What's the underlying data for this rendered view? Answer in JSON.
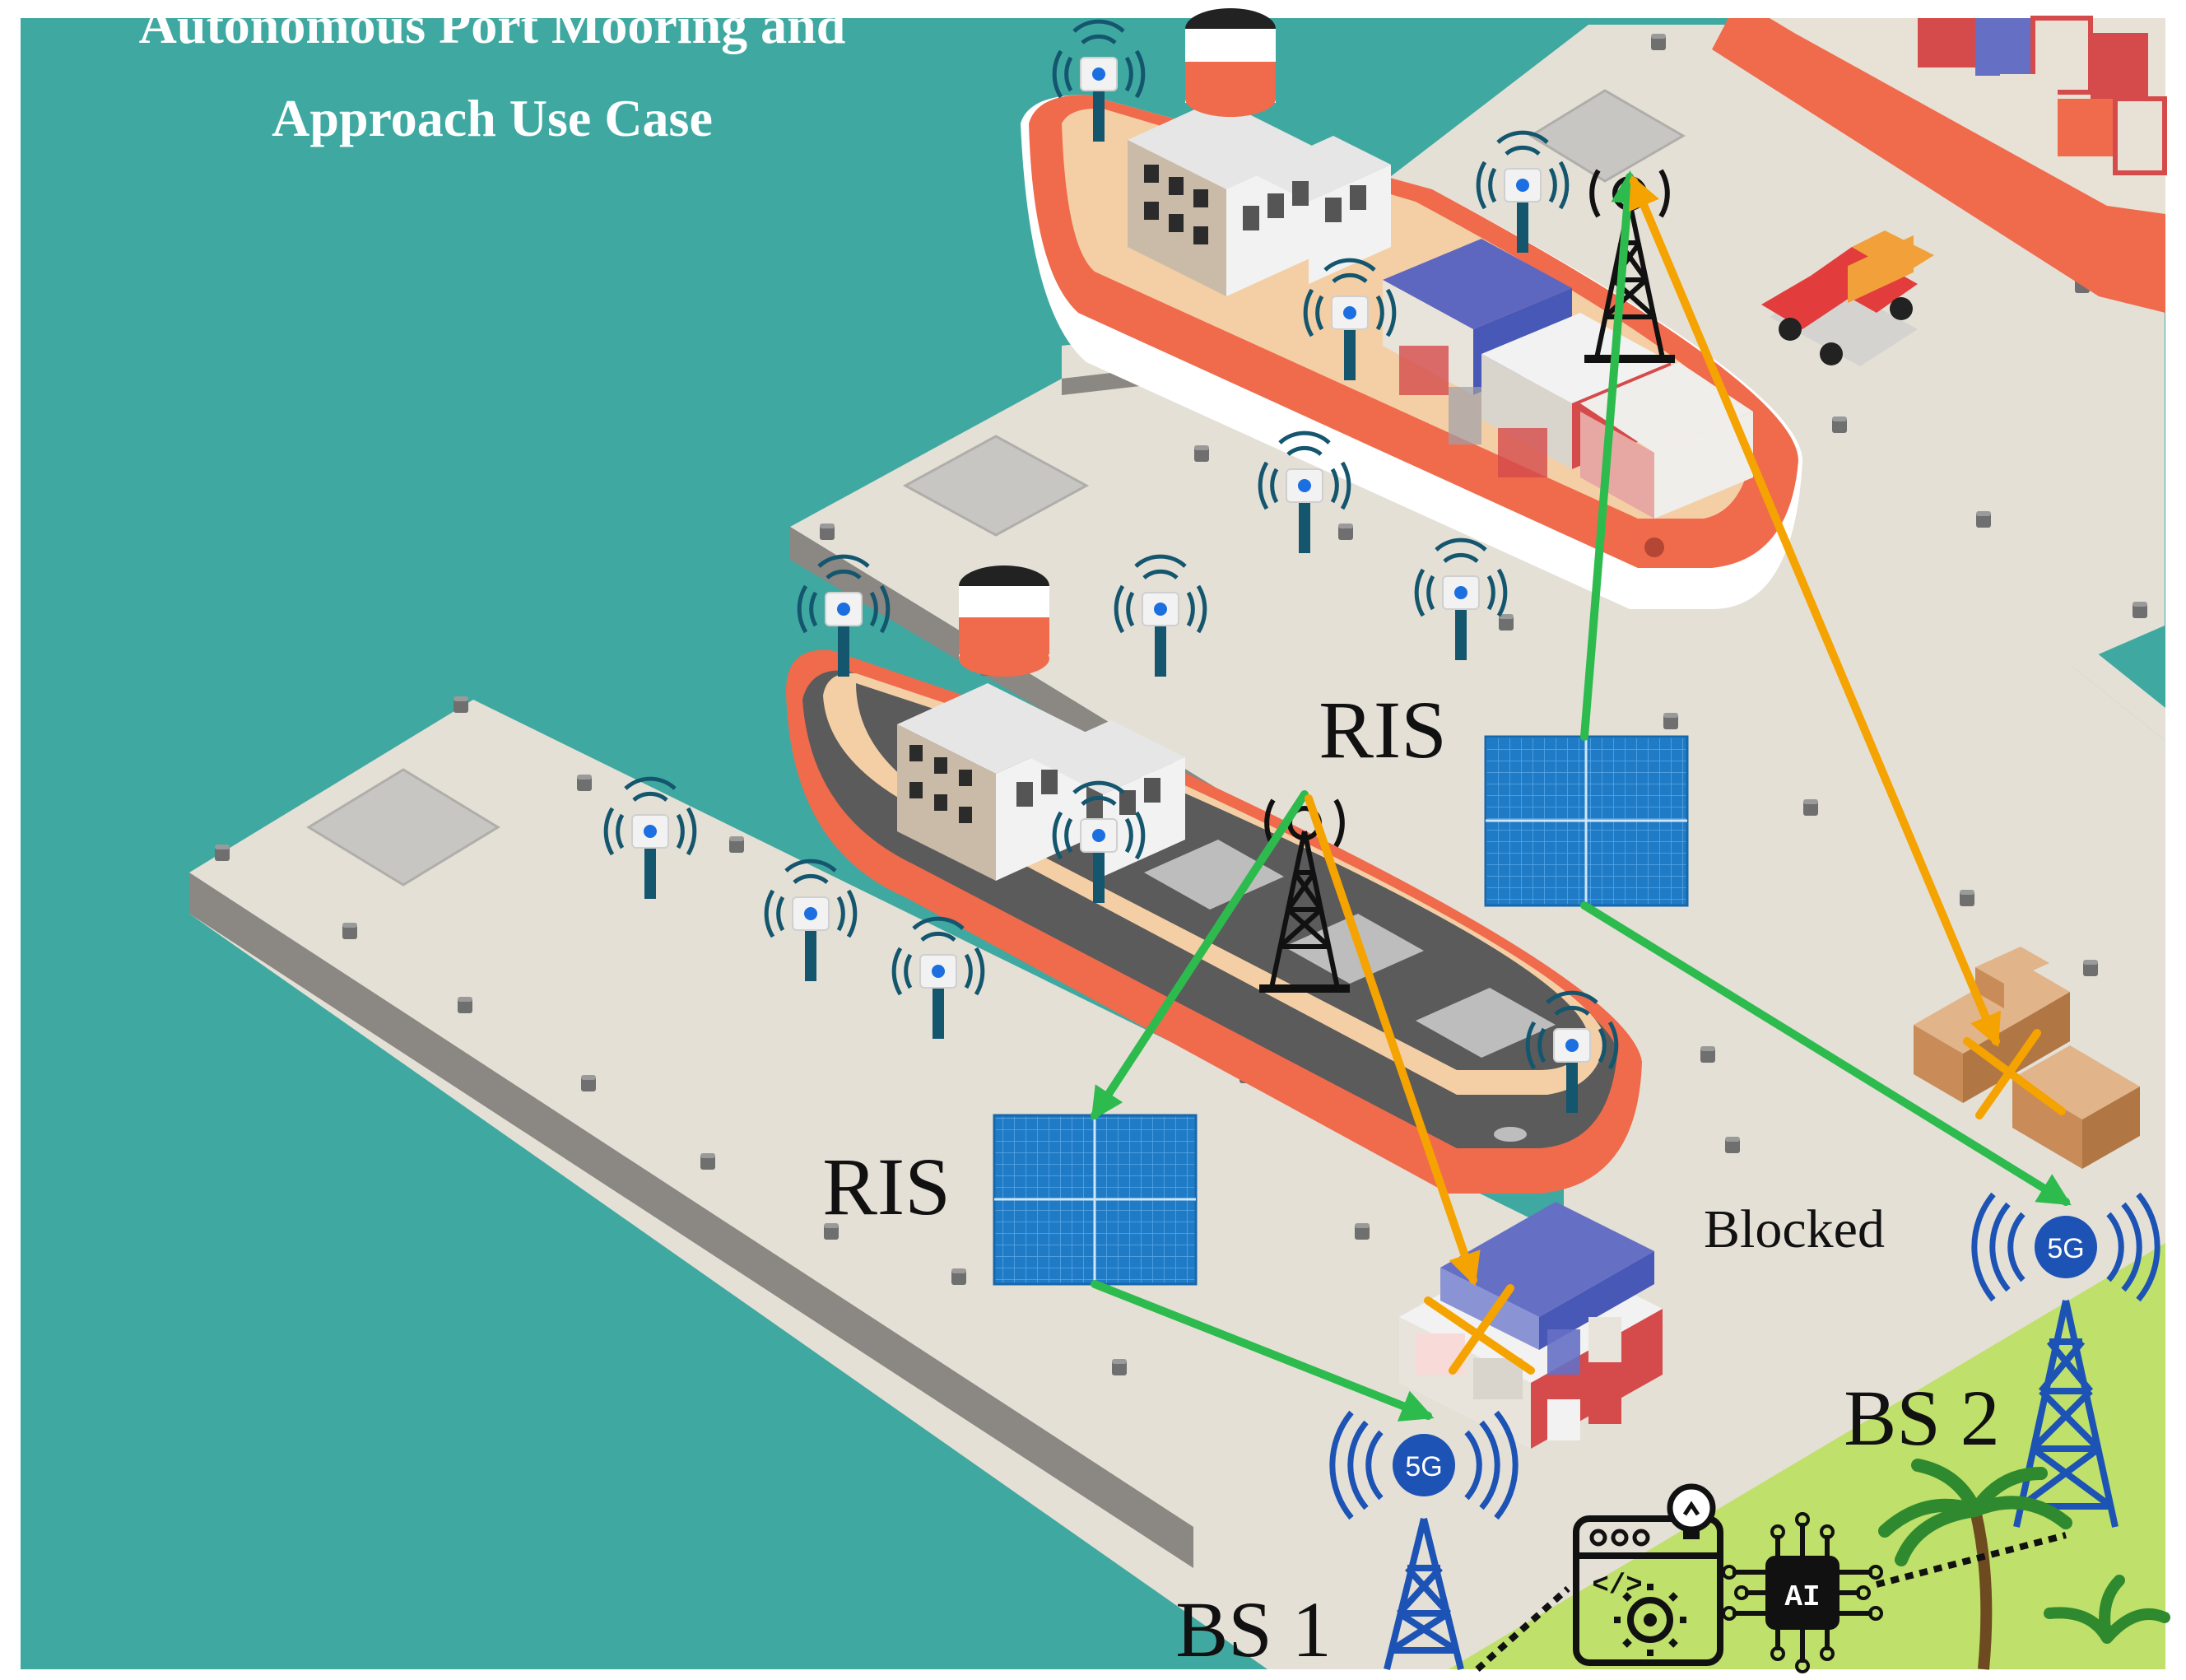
{
  "title_line1": "Autonomous Port Mooring and",
  "title_line2": "Approach Use Case",
  "labels": {
    "ris_upper": "RIS",
    "ris_lower": "RIS",
    "blocked": "Blocked",
    "bs1": "BS 1",
    "bs2": "BS 2",
    "tower_5g_1": "5G",
    "tower_5g_2": "5G",
    "ai_chip": "AI",
    "code_symbol": "</>"
  },
  "colors": {
    "sea": "#3fa9a1",
    "dock": "#e4e0d6",
    "dock_side": "#9b9893",
    "hull_red": "#f06a4c",
    "hull_gray": "#5b5b5b",
    "ris_blue": "#1f7bc6",
    "link_green": "#2dbb4e",
    "link_orange": "#f5a300",
    "tower_blue": "#1c53b5",
    "grass": "#bfe06a"
  },
  "icons": [
    "sensor-icon",
    "antenna-tower-icon",
    "5g-tower-icon",
    "ris-panel-icon",
    "cargo-truck-icon",
    "container-stack-icon",
    "box-pile-icon",
    "code-gear-icon",
    "ai-chip-icon",
    "palm-tree-icon"
  ]
}
